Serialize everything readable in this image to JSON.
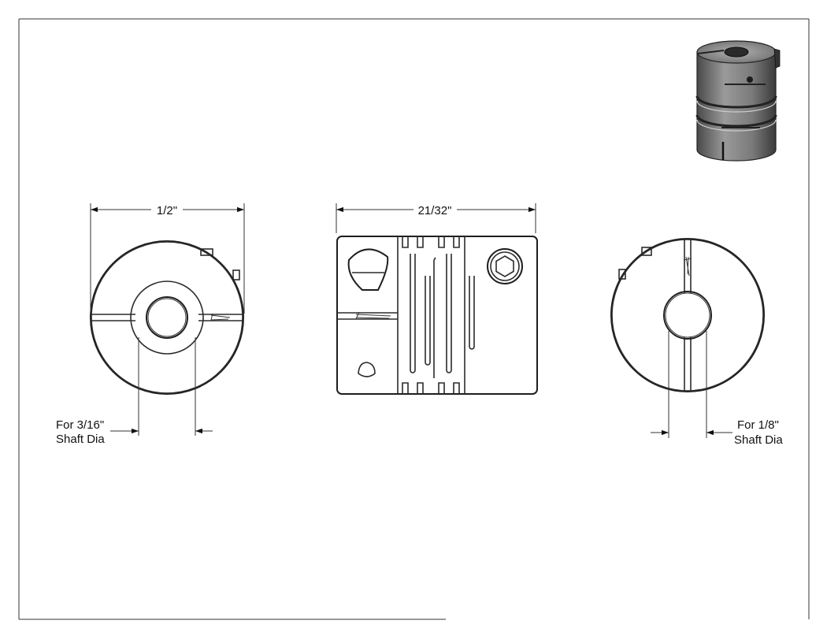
{
  "dimensions": {
    "outer_diameter": "1/2\"",
    "overall_length": "21/32\""
  },
  "callouts": {
    "left_bore": {
      "line1": "For 3/16\"",
      "line2": "Shaft Dia"
    },
    "right_bore": {
      "line1": "For 1/8\"",
      "line2": "Shaft Dia"
    }
  },
  "colors": {
    "line": "#2b2b2b",
    "iso_body_light": "#8e8e8e",
    "iso_body_dark": "#3e3e3e"
  }
}
